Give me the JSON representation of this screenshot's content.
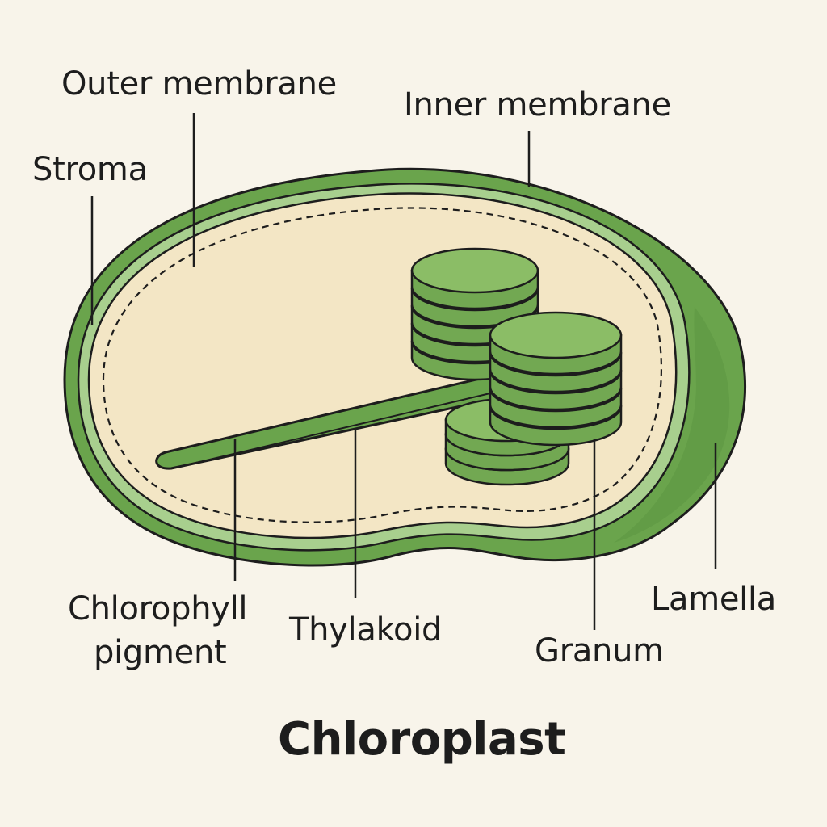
{
  "diagram": {
    "title": "Chloroplast",
    "labels": {
      "outer_membrane": "Outer membrane",
      "inner_membrane": "Inner membrane",
      "stroma": "Stroma",
      "chlorophyll_line1": "Chlorophyll",
      "chlorophyll_line2": "pigment",
      "thylakoid": "Thylakoid",
      "granum": "Granum",
      "lamella": "Lamella"
    },
    "colors": {
      "background": "#f8f4ea",
      "outer_green": "#6aa44c",
      "outer_green_dark": "#5a9340",
      "light_band": "#a8cf8e",
      "interior": "#f3e6c5",
      "disc_green": "#8bbd66",
      "disc_side": "#72a852",
      "outline": "#1d1d1d"
    }
  }
}
